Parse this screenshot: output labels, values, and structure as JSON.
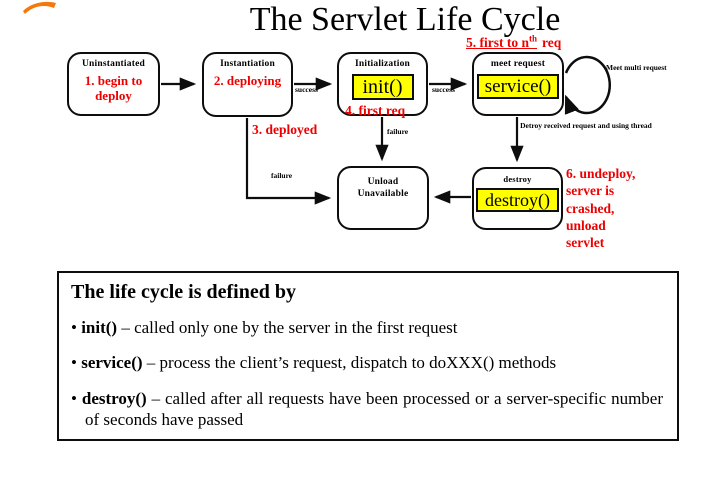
{
  "slide": {
    "title": "The Servlet Life Cycle"
  },
  "colors": {
    "accent_red": "#ee0000",
    "highlight_yellow": "#ffff00",
    "logo_orange": "#f5780a",
    "line_black": "#0d0d0d"
  },
  "diagram": {
    "states": {
      "uninstantiated": {
        "title": "Uninstantiated",
        "note": "1. begin to deploy"
      },
      "instantiation": {
        "title": "Instantiation",
        "note": "2. deploying"
      },
      "initialization": {
        "title": "Initialization",
        "code": "init()"
      },
      "meet_request": {
        "title": "meet request",
        "code": "service()"
      },
      "unload": {
        "title": "Unload\nUnavailable"
      },
      "destroy": {
        "title": "destroy",
        "code": "destroy()"
      }
    },
    "edge_labels": {
      "success_to_init": "success",
      "success_to_service": "success",
      "failure_from_init": "failure",
      "failure_from_inst": "failure",
      "meet_multi": "Meet multi request",
      "destroy_thread": "Detroy received request and using thread"
    },
    "step_labels": {
      "step3": "3. deployed",
      "step4": "4. first req",
      "step5_pre": "5. first to n",
      "step5_sup": "th",
      "step5_post": "req",
      "step6_lines": [
        "6. undeploy,",
        "server is",
        "crashed,",
        "unload",
        "servlet"
      ]
    }
  },
  "summary": {
    "heading": "The life cycle is defined by",
    "bullet_char": "•",
    "bullets": [
      {
        "code": "init()",
        "text": "– called only one by the server in the first request"
      },
      {
        "code": "service()",
        "text": "– process the client’s request, dispatch to doXXX() methods"
      },
      {
        "code": "destroy()",
        "text": "– called after all requests have been processed or a server-specific number of seconds have passed"
      }
    ]
  }
}
